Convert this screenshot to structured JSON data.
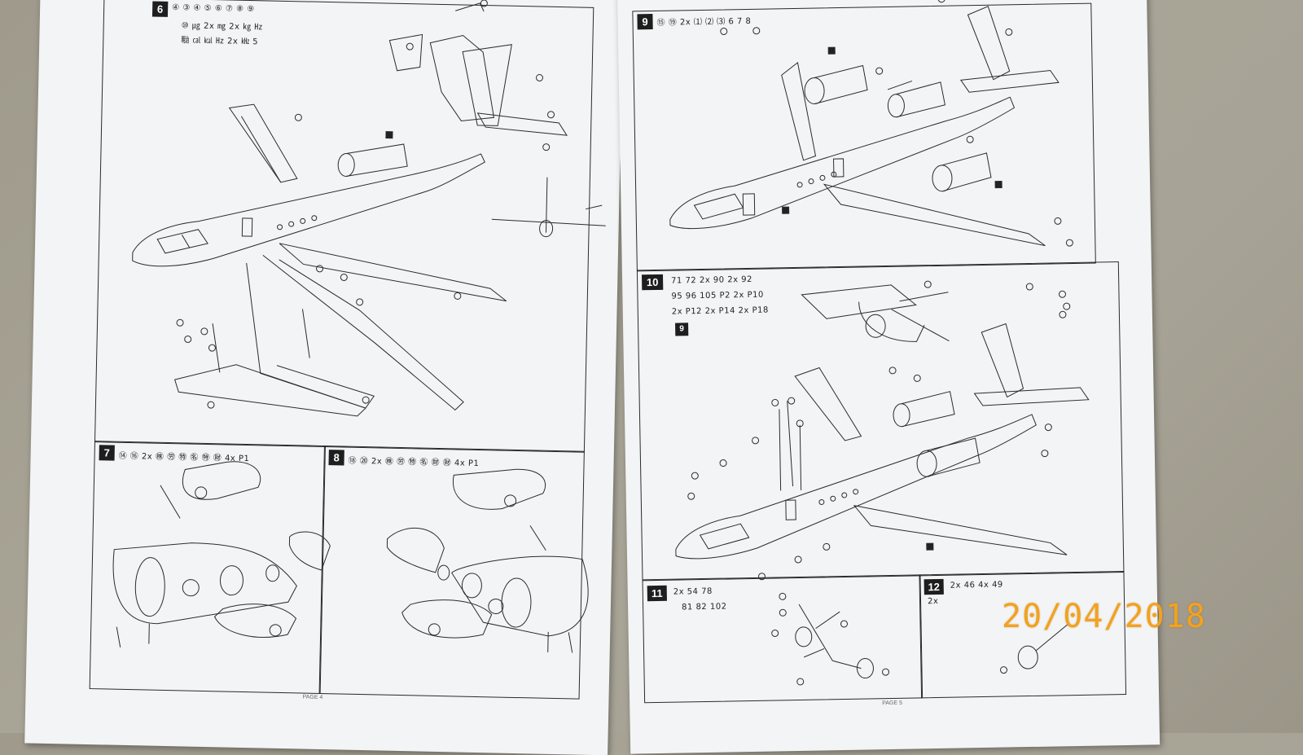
{
  "photo": {
    "date_stamp": "20/04/2018",
    "date_stamp_color": "#f3a21c",
    "paper_color": "#f3f4f6",
    "background_color": "#a7a396"
  },
  "left_page": {
    "page_label": "PAGE 4",
    "steps": [
      {
        "number": "6",
        "parts_lines": [
          "④ ③ ④ ⑤ ⑥ ⑦ ⑧ ⑨",
          "⑩ ㎍ 2x ㎎ 2x ㎏ ㎐",
          "㍾ ㎈ ㎉ ㎐ 2x ㎑ 5"
        ]
      },
      {
        "number": "7",
        "parts_lines": [
          "⑭ ⑯ 2x ㊑ ㊘ ㊕ ㊔ ㊕ ㊖ 4x P1"
        ]
      },
      {
        "number": "8",
        "parts_lines": [
          "⑱ ⑳ 2x ㊑ ㊘ ㊕ ㊔ ㊖ ㊖ 4x P1"
        ]
      }
    ]
  },
  "right_page": {
    "page_label": "PAGE 5",
    "steps": [
      {
        "number": "9",
        "parts_lines": [
          "⑮ ⑲ 2x ⑴ ⑵ ⑶ 6 7 8"
        ]
      },
      {
        "number": "10",
        "parts_lines": [
          "71 72 2x 90 2x 92",
          "95 96 105 P2 2x P10",
          "2x P12 2x P14 2x P18"
        ],
        "sub_badge": "9"
      },
      {
        "number": "11",
        "parts_lines": [
          "2x 54 78",
          "81 82 102"
        ]
      },
      {
        "number": "12",
        "parts_lines": [
          "2x 46 4x 49",
          "2x"
        ]
      }
    ]
  }
}
